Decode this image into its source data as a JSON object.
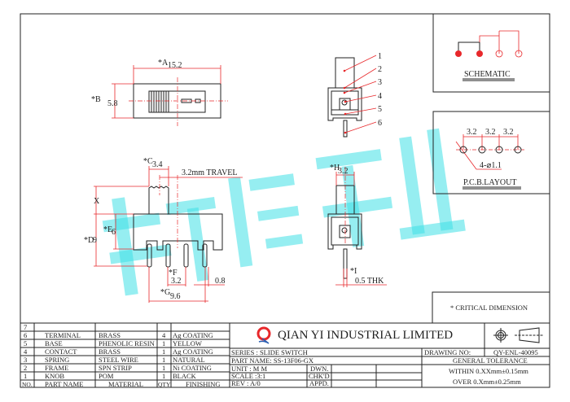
{
  "watermark": "乾熠实业",
  "colors": {
    "line": "#222222",
    "dimension": "#e8282b",
    "watermark": "#3fe0e6",
    "logo_red": "#e8282b",
    "logo_blue": "#2a5db0"
  },
  "top_view": {
    "dim_a": "*A",
    "dim_a_value": "15.2",
    "dim_b": "*B",
    "dim_b_value": "5.8"
  },
  "side_view": {
    "dim_c": "*C",
    "dim_c_value": "3.4",
    "travel": "3.2mm TRAVEL",
    "dim_x": "X",
    "dim_d": "*D",
    "dim_d_value": "9",
    "dim_e": "*E",
    "dim_e_value": "6",
    "dim_f": "*F",
    "dim_f_value": "3.2",
    "pin_width": "0.8",
    "dim_g": "*G",
    "dim_g_value": "9.6"
  },
  "end_view": {
    "dim_h": "*H",
    "dim_h_value": "3.2",
    "dim_i": "*I",
    "thickness": "0.5 THK"
  },
  "balloons": [
    "1",
    "2",
    "3",
    "4",
    "5",
    "6"
  ],
  "schematic": {
    "label": "SCHEMATIC"
  },
  "pcb": {
    "pitches": [
      "3.2",
      "3.2",
      "3.2"
    ],
    "hole": "4-⌀1.1",
    "label": "P.C.B.LAYOUT"
  },
  "critical_note": "* CRITICAL  DIMENSION",
  "bom": {
    "headers": {
      "no": "NO.",
      "part": "PART NAME",
      "material": "MATERIAL",
      "qty": "QTY",
      "finish": "FINISHING"
    },
    "rows": [
      {
        "no": "7",
        "part": "",
        "material": "",
        "qty": "",
        "finish": ""
      },
      {
        "no": "6",
        "part": "TERMINAL",
        "material": "BRASS",
        "qty": "4",
        "finish": "Ag COATING"
      },
      {
        "no": "5",
        "part": "BASE",
        "material": "PHENOLIC RESIN",
        "qty": "1",
        "finish": "YELLOW"
      },
      {
        "no": "4",
        "part": "CONTACT",
        "material": "BRASS",
        "qty": "1",
        "finish": "Ag COATING"
      },
      {
        "no": "3",
        "part": "SPRING",
        "material": "STEEL WIRE",
        "qty": "1",
        "finish": "NATURAL"
      },
      {
        "no": "2",
        "part": "FRAME",
        "material": "SPN STRIP",
        "qty": "1",
        "finish": "Ni  COATING"
      },
      {
        "no": "1",
        "part": "KNOB",
        "material": "POM",
        "qty": "1",
        "finish": "BLACK"
      }
    ]
  },
  "title_block": {
    "company": "QIAN  YI  INDUSTRIAL  LIMITED",
    "logo_letter": "Q",
    "series": "SERIES : SLIDE SWITCH",
    "part_name": "PART NAME: SS-13F06-GX",
    "unit": "UNIT  : M M",
    "scale": "SCALE :3:1",
    "rev": "REV   : A/0",
    "dwn": "DWN.",
    "chkd": "CHK'D",
    "appd": "APPD.",
    "drawing_no_label": "DRAWING NO:",
    "drawing_no": "QY-ENL-40095",
    "tolerance_title": "GENERAL TOLERANCE",
    "tol_within": "WITHIN 0.XXmm±0.15mm",
    "tol_over": "OVER   0.Xmm±0.25mm"
  }
}
